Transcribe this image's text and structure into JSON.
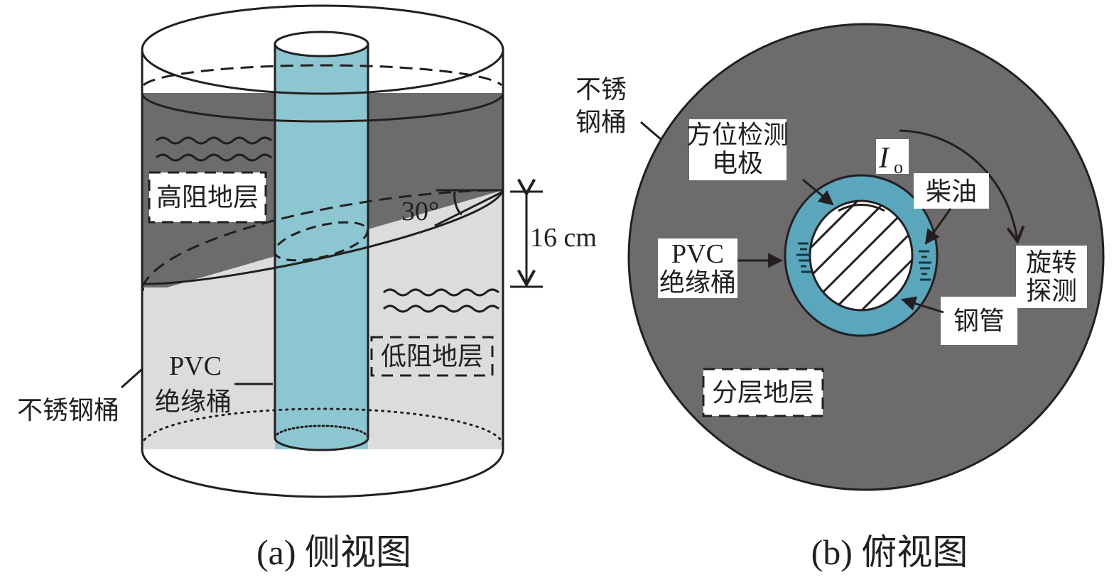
{
  "figure": {
    "colors": {
      "high_resistance_layer": "#6d6b6c",
      "low_resistance_layer": "#dcdcdc",
      "pvc_tube_side": "#8cc6d0",
      "pvc_ring_top": "#5aa6bc",
      "outline": "#231f20",
      "label_bg": "#ffffff"
    },
    "side_view": {
      "caption": "(a) 侧视图",
      "labels": {
        "high_layer": "高阻地层",
        "low_layer": "低阻地层",
        "pvc_line1": "PVC",
        "pvc_line2": "绝缘桶",
        "steel_bucket": "不锈钢桶",
        "angle": "30°",
        "height": "16 cm"
      }
    },
    "top_view": {
      "caption": "(b) 俯视图",
      "labels": {
        "steel_bucket_line1": "不锈",
        "steel_bucket_line2": "钢桶",
        "electrode_line1": "方位检测",
        "electrode_line2": "电极",
        "current_symbol": "I",
        "current_subscript": "o",
        "diesel": "柴油",
        "pvc_line1": "PVC",
        "pvc_line2": "绝缘桶",
        "rotation_line1": "旋转",
        "rotation_line2": "探测",
        "steel_pipe": "钢管",
        "layered": "分层地层"
      }
    }
  }
}
